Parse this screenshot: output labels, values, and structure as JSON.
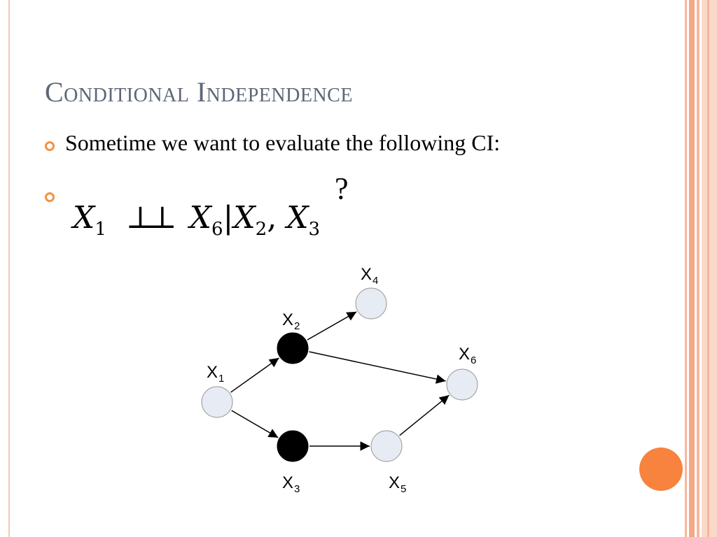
{
  "slide": {
    "title": "Conditional Independence",
    "bullets": [
      {
        "text": "Sometime we want to evaluate the following CI:"
      },
      {
        "text": ""
      }
    ],
    "question_mark": "?",
    "formula": {
      "left_var": "X",
      "left_sub": "1",
      "relation": "⊥⊥",
      "target_var": "X",
      "target_sub": "6",
      "given_sep": "|",
      "cond1_var": "X",
      "cond1_sub": "2",
      "comma": ",",
      "cond2_var": "X",
      "cond2_sub": "3"
    }
  },
  "graph": {
    "nodes": [
      {
        "id": "x1",
        "label": "X",
        "sub": "1",
        "observed": false
      },
      {
        "id": "x2",
        "label": "X",
        "sub": "2",
        "observed": true
      },
      {
        "id": "x3",
        "label": "X",
        "sub": "3",
        "observed": true
      },
      {
        "id": "x4",
        "label": "X",
        "sub": "4",
        "observed": false
      },
      {
        "id": "x5",
        "label": "X",
        "sub": "5",
        "observed": false
      },
      {
        "id": "x6",
        "label": "X",
        "sub": "6",
        "observed": false
      }
    ],
    "edges": [
      {
        "from": "x1",
        "to": "x2"
      },
      {
        "from": "x1",
        "to": "x3"
      },
      {
        "from": "x2",
        "to": "x4"
      },
      {
        "from": "x2",
        "to": "x6"
      },
      {
        "from": "x3",
        "to": "x5"
      },
      {
        "from": "x5",
        "to": "x6"
      }
    ]
  },
  "colors": {
    "title": "#5d6677",
    "bullet": "#f39241",
    "observed_node": "#000000",
    "unobserved_node": "#e6ebf4",
    "node_stroke": "#999999",
    "stripe_dark": "#f7b79a",
    "stripe_light": "#fbd9c9",
    "accent_circle": "#f8833e"
  }
}
